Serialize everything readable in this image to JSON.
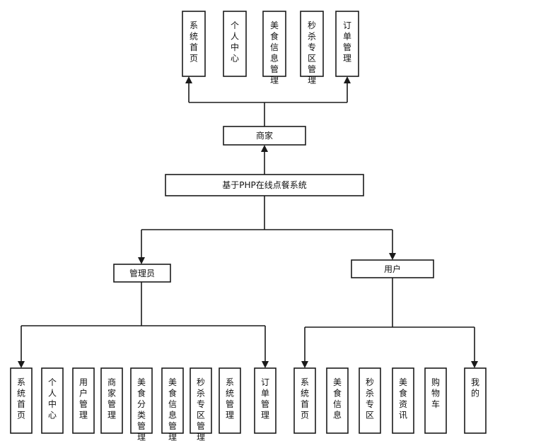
{
  "diagram": {
    "root": "基于PHP在线点餐系统",
    "roles": {
      "merchant": "商家",
      "admin": "管理员",
      "user": "用户"
    },
    "merchant_modules": [
      "系统首页",
      "个人中心",
      "美食信息管理",
      "秒杀专区管理",
      "订单管理"
    ],
    "admin_modules": [
      "系统首页",
      "个人中心",
      "用户管理",
      "商家管理",
      "美食分类管理",
      "美食信息管理",
      "秒杀专区管理",
      "系统管理",
      "订单管理"
    ],
    "user_modules": [
      "系统首页",
      "美食信息",
      "秒杀专区",
      "美食资讯",
      "购物车",
      "我的"
    ]
  }
}
